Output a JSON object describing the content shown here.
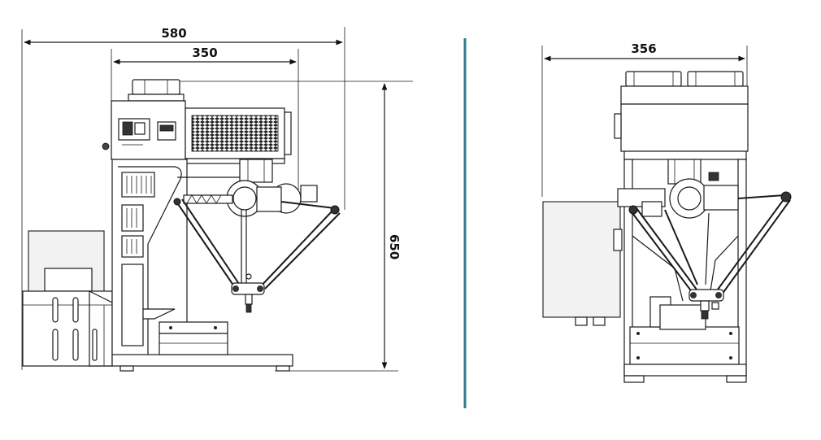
{
  "dimensions": {
    "side_width_overall": "580",
    "side_width_inner": "350",
    "side_height": "650",
    "front_width": "356"
  },
  "colors": {
    "divider": "#2e7d8c",
    "line": "#1a1a1a"
  }
}
